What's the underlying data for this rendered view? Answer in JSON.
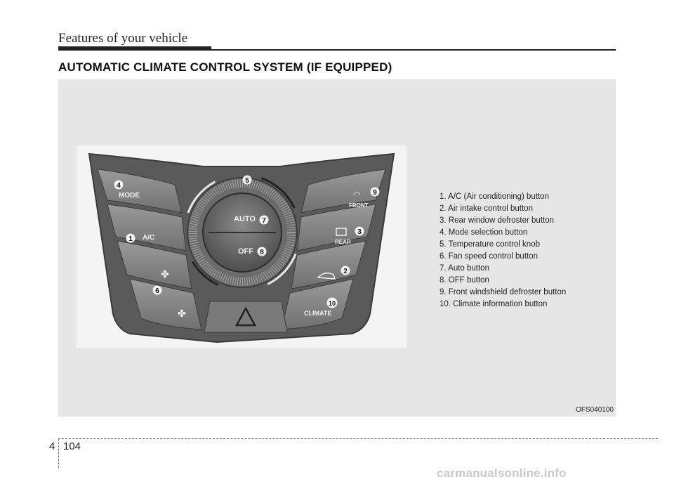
{
  "header": {
    "title": "Features of your vehicle"
  },
  "section": {
    "title": "AUTOMATIC CLIMATE CONTROL SYSTEM (IF EQUIPPED)"
  },
  "figure": {
    "code": "OFS040100",
    "panel_labels": {
      "mode": "MODE",
      "ac": "A/C",
      "auto": "AUTO",
      "off": "OFF",
      "front": "FRONT",
      "rear": "REAR",
      "climate": "CLIMATE"
    },
    "callouts": [
      "1",
      "2",
      "3",
      "4",
      "5",
      "6",
      "7",
      "8",
      "9",
      "10"
    ]
  },
  "legend": [
    "1. A/C (Air conditioning) button",
    "2. Air intake control button",
    "3. Rear window defroster button",
    "4. Mode selection button",
    "5. Temperature control knob",
    "6. Fan speed control button",
    "7. Auto button",
    "8. OFF button",
    "9. Front windshield defroster button",
    "10. Climate information button"
  ],
  "footer": {
    "chapter": "4",
    "page": "104"
  },
  "watermark": "carmanualsonline.info"
}
